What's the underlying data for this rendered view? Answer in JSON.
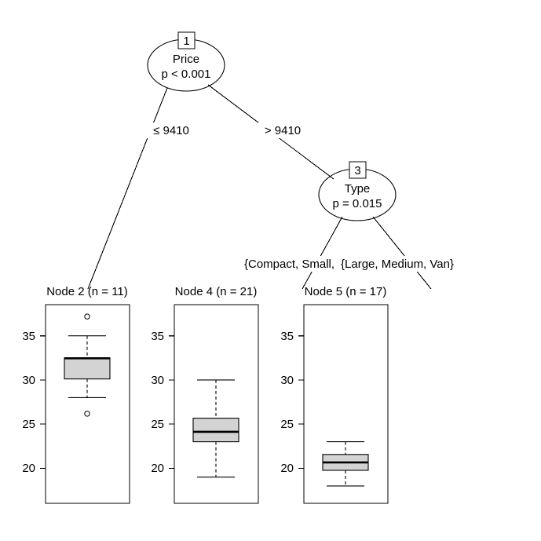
{
  "chart_data": {
    "type": "table",
    "title": "",
    "plot_kind": "conditional-inference-tree-with-boxplots",
    "ylabel": "",
    "xlabel": "",
    "ylim": [
      16.5,
      38.5
    ],
    "y_ticks": [
      20,
      25,
      30,
      35
    ],
    "grid": false,
    "legend": "none",
    "tree": {
      "nodes": [
        {
          "id": "1",
          "label": "Price",
          "pvalue": "p < 0.001",
          "kind": "inner"
        },
        {
          "id": "3",
          "label": "Type",
          "pvalue": "p = 0.015",
          "kind": "inner"
        }
      ],
      "edges": [
        {
          "from": "1",
          "to": "2",
          "label": "≤ 9410"
        },
        {
          "from": "1",
          "to": "3",
          "label": "> 9410"
        },
        {
          "from": "3",
          "to": "4",
          "label": "{Compact, Small,"
        },
        {
          "from": "3",
          "to": "5",
          "label": "{Large, Medium, Van}"
        }
      ]
    },
    "panels": [
      {
        "title": "Node 2 (n = 11)",
        "n": 11,
        "lower_whisker": 28,
        "q1": 30.7,
        "median": 33.1,
        "q3": 33.1,
        "upper_whisker": 35,
        "outliers": [
          37.2,
          26.2
        ]
      },
      {
        "title": "Node 4 (n = 21)",
        "n": 21,
        "lower_whisker": 19,
        "q1": 23.1,
        "median": 24.2,
        "q3": 25.7,
        "upper_whisker": 30,
        "outliers": []
      },
      {
        "title": "Node 5 (n = 17)",
        "n": 17,
        "lower_whisker": 18,
        "q1": 20.1,
        "median": 21.2,
        "q3": 21.9,
        "upper_whisker": 23,
        "outliers": []
      }
    ],
    "colors": {
      "box_fill": "#d3d3d3",
      "line": "#000000",
      "background": "#ffffff"
    }
  },
  "tree": {
    "node1": {
      "id": "1",
      "variable": "Price",
      "pvalue": "p < 0.001"
    },
    "node3": {
      "id": "3",
      "variable": "Type",
      "pvalue": "p = 0.015"
    },
    "edges": {
      "left_root": "≤ 9410",
      "right_root": "> 9410",
      "left_type": "{Compact, Small,",
      "right_type": "{Large, Medium, Van}"
    }
  },
  "panels": {
    "p1": {
      "title": "Node 2 (n = 11)",
      "ticks": [
        "35",
        "30",
        "25",
        "20"
      ]
    },
    "p2": {
      "title": "Node 4 (n = 21)",
      "ticks": [
        "35",
        "30",
        "25",
        "20"
      ]
    },
    "p3": {
      "title": "Node 5 (n = 17)",
      "ticks": [
        "35",
        "30",
        "25",
        "20"
      ]
    }
  }
}
